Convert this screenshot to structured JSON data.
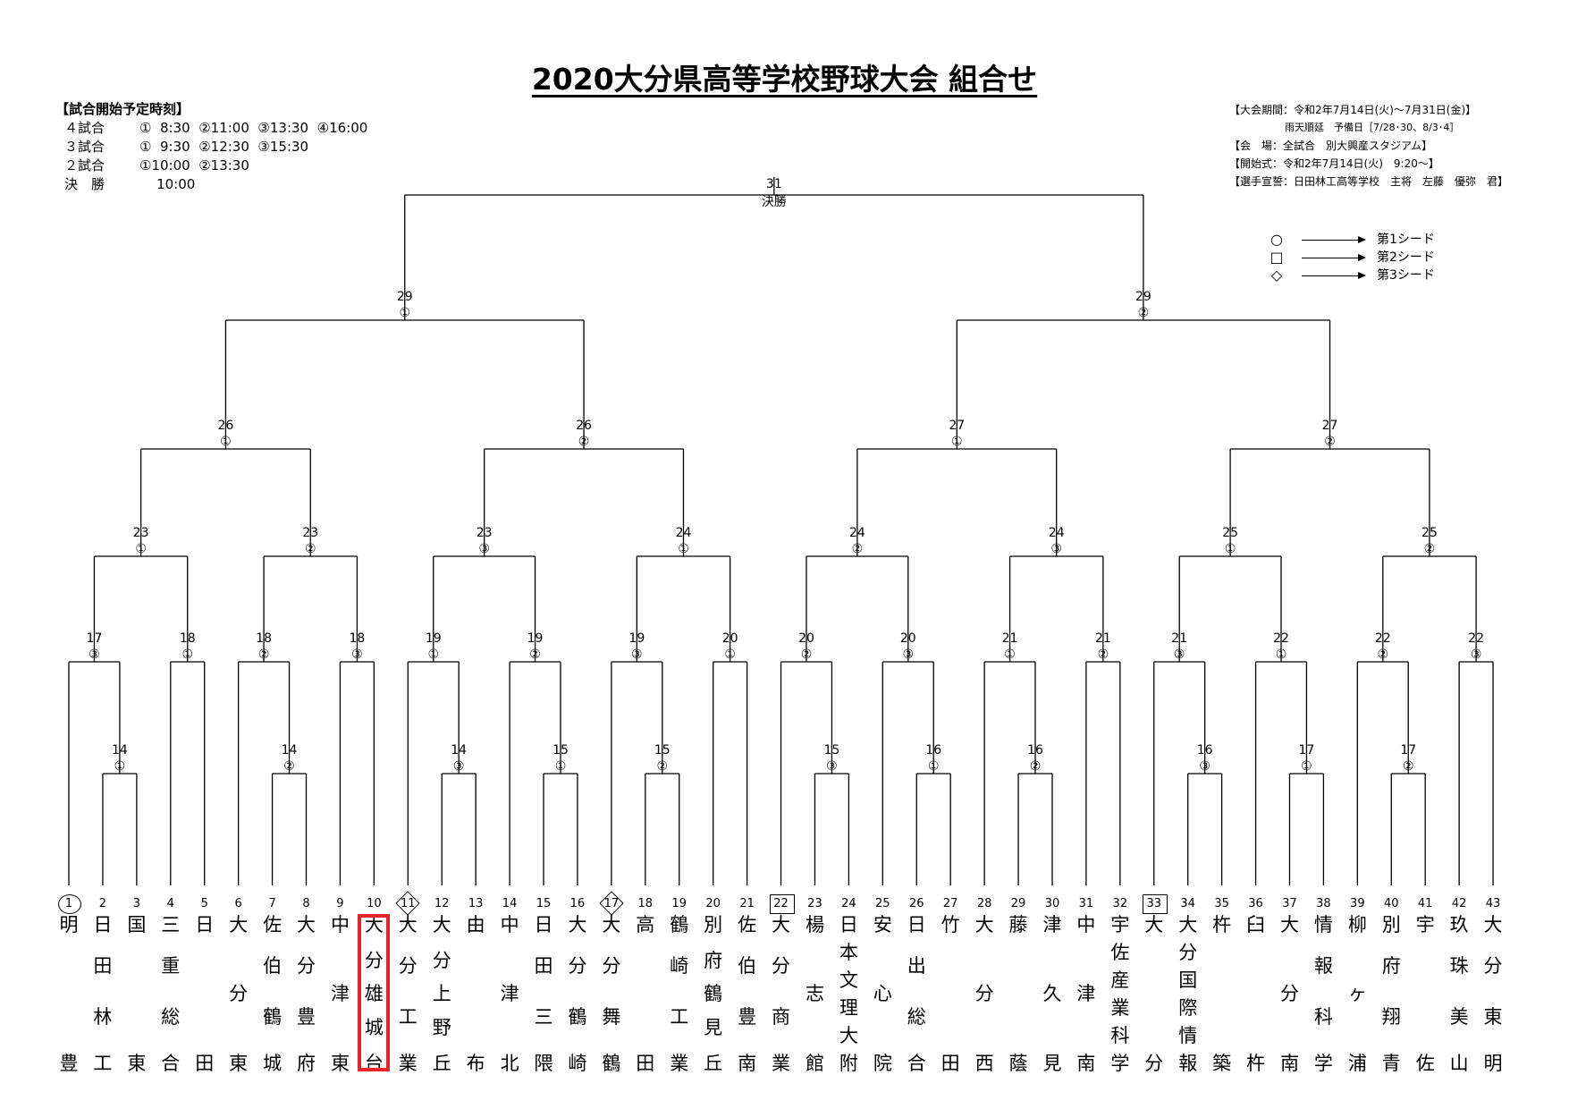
{
  "title": "2020大分県高等学校野球大会 組合せ",
  "schedule": {
    "header": "【試合開始予定時刻】",
    "rows": [
      {
        "label": "４試合",
        "times": "①  8:30  ②11:00  ③13:30  ④16:00"
      },
      {
        "label": "３試合",
        "times": "①  9:30  ②12:30  ③15:30"
      },
      {
        "label": "２試合",
        "times": "①10:00  ②13:30"
      },
      {
        "label": "決　勝",
        "times": "    10:00"
      }
    ]
  },
  "info": {
    "period": "【大会期間：令和2年7月14日(火)〜7月31日(金)】",
    "rain": "雨天順延　予備日［7/28･30、8/3･4］",
    "venue": "【会　場：全試合　別大興産スタジアム】",
    "opening": "【開始式：令和2年7月14日(火)　9:20〜】",
    "oath": "【選手宣誓：日田林工高等学校　主将　左藤　優弥　君】"
  },
  "legend": [
    {
      "icon": "circle",
      "symbol": "○",
      "label": "第1シード"
    },
    {
      "icon": "square",
      "symbol": "□",
      "label": "第2シード"
    },
    {
      "icon": "diamond",
      "symbol": "◇",
      "label": "第3シード"
    }
  ],
  "final": {
    "day": "31",
    "label": "決勝"
  },
  "teams": [
    {
      "num": "1",
      "name": "明豊",
      "seed": 1
    },
    {
      "num": "2",
      "name": "日田林工"
    },
    {
      "num": "3",
      "name": "国東"
    },
    {
      "num": "4",
      "name": "三重総合"
    },
    {
      "num": "5",
      "name": "日田"
    },
    {
      "num": "6",
      "name": "大分東"
    },
    {
      "num": "7",
      "name": "佐伯鶴城"
    },
    {
      "num": "8",
      "name": "大分豊府"
    },
    {
      "num": "9",
      "name": "中津東"
    },
    {
      "num": "10",
      "name": "大分雄城台",
      "highlight": true
    },
    {
      "num": "11",
      "name": "大分工業",
      "seed": 3
    },
    {
      "num": "12",
      "name": "大分上野丘"
    },
    {
      "num": "13",
      "name": "由布"
    },
    {
      "num": "14",
      "name": "中津北"
    },
    {
      "num": "15",
      "name": "日田三隈"
    },
    {
      "num": "16",
      "name": "大分鶴崎"
    },
    {
      "num": "17",
      "name": "大分舞鶴",
      "seed": 3
    },
    {
      "num": "18",
      "name": "高田"
    },
    {
      "num": "19",
      "name": "鶴崎工業"
    },
    {
      "num": "20",
      "name": "別府鶴見丘"
    },
    {
      "num": "21",
      "name": "佐伯豊南"
    },
    {
      "num": "22",
      "name": "大分商業",
      "seed": 2
    },
    {
      "num": "23",
      "name": "楊志館"
    },
    {
      "num": "24",
      "name": "日本文理大附"
    },
    {
      "num": "25",
      "name": "安心院"
    },
    {
      "num": "26",
      "name": "日出総合"
    },
    {
      "num": "27",
      "name": "竹田"
    },
    {
      "num": "28",
      "name": "大分西"
    },
    {
      "num": "29",
      "name": "藤蔭"
    },
    {
      "num": "30",
      "name": "津久見"
    },
    {
      "num": "31",
      "name": "中津南"
    },
    {
      "num": "32",
      "name": "宇佐産業科学"
    },
    {
      "num": "33",
      "name": "大分",
      "seed": 2
    },
    {
      "num": "34",
      "name": "大分国際情報"
    },
    {
      "num": "35",
      "name": "杵築"
    },
    {
      "num": "36",
      "name": "臼杵"
    },
    {
      "num": "37",
      "name": "大分南"
    },
    {
      "num": "38",
      "name": "情報科学"
    },
    {
      "num": "39",
      "name": "柳ヶ浦"
    },
    {
      "num": "40",
      "name": "別府翔青"
    },
    {
      "num": "41",
      "name": "宇佐"
    },
    {
      "num": "42",
      "name": "玖珠美山"
    },
    {
      "num": "43",
      "name": "大分東明"
    }
  ],
  "matches": [
    {
      "id": "A1",
      "day": "14",
      "slot": "①"
    },
    {
      "id": "A2",
      "day": "14",
      "slot": "②"
    },
    {
      "id": "A3",
      "day": "14",
      "slot": "③"
    },
    {
      "id": "A4",
      "day": "15",
      "slot": "①"
    },
    {
      "id": "A5",
      "day": "15",
      "slot": "②"
    },
    {
      "id": "A6",
      "day": "15",
      "slot": "③"
    },
    {
      "id": "A7",
      "day": "16",
      "slot": "①"
    },
    {
      "id": "A8",
      "day": "16",
      "slot": "②"
    },
    {
      "id": "A9",
      "day": "16",
      "slot": "③"
    },
    {
      "id": "A10",
      "day": "17",
      "slot": "①"
    },
    {
      "id": "A11",
      "day": "17",
      "slot": "②"
    },
    {
      "id": "B1",
      "day": "17",
      "slot": "③"
    },
    {
      "id": "B2",
      "day": "18",
      "slot": "①"
    },
    {
      "id": "B3",
      "day": "18",
      "slot": "②"
    },
    {
      "id": "B4",
      "day": "18",
      "slot": "③"
    },
    {
      "id": "B5",
      "day": "19",
      "slot": "①"
    },
    {
      "id": "B6",
      "day": "19",
      "slot": "②"
    },
    {
      "id": "B7",
      "day": "19",
      "slot": "③"
    },
    {
      "id": "B8",
      "day": "20",
      "slot": "①"
    },
    {
      "id": "B9",
      "day": "20",
      "slot": "②"
    },
    {
      "id": "B10",
      "day": "20",
      "slot": "③"
    },
    {
      "id": "B11",
      "day": "21",
      "slot": "①"
    },
    {
      "id": "B12",
      "day": "21",
      "slot": "②"
    },
    {
      "id": "B13",
      "day": "21",
      "slot": "③"
    },
    {
      "id": "B14",
      "day": "22",
      "slot": "①"
    },
    {
      "id": "B15",
      "day": "22",
      "slot": "②"
    },
    {
      "id": "B16",
      "day": "22",
      "slot": "③"
    },
    {
      "id": "C1",
      "day": "23",
      "slot": "①"
    },
    {
      "id": "C2",
      "day": "23",
      "slot": "②"
    },
    {
      "id": "C3",
      "day": "23",
      "slot": "③"
    },
    {
      "id": "C4",
      "day": "24",
      "slot": "①"
    },
    {
      "id": "C5",
      "day": "24",
      "slot": "②"
    },
    {
      "id": "C6",
      "day": "24",
      "slot": "③"
    },
    {
      "id": "C7",
      "day": "25",
      "slot": "①"
    },
    {
      "id": "C8",
      "day": "25",
      "slot": "②"
    },
    {
      "id": "D1",
      "day": "26",
      "slot": "①"
    },
    {
      "id": "D2",
      "day": "26",
      "slot": "②"
    },
    {
      "id": "D3",
      "day": "27",
      "slot": "①"
    },
    {
      "id": "D4",
      "day": "27",
      "slot": "②"
    },
    {
      "id": "E1",
      "day": "29",
      "slot": "①"
    },
    {
      "id": "E2",
      "day": "29",
      "slot": "②"
    }
  ]
}
